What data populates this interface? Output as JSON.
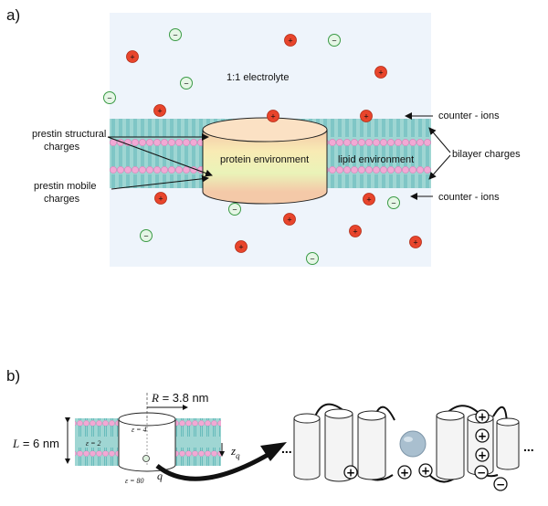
{
  "panel_a": {
    "label": "a)",
    "electrolyte": "1:1 electrolyte",
    "counter_ions_top": "counter - ions",
    "counter_ions_bottom": "counter - ions",
    "structural_l1": "prestin structural",
    "structural_l2": "charges",
    "mobile_l1": "prestin mobile",
    "mobile_l2": "charges",
    "protein_env": "protein environment",
    "lipid_env": "lipid environment",
    "bilayer_charges": "bilayer charges",
    "plus_glyph": "+",
    "minus_glyph": "−",
    "colors": {
      "background": "#eef4fb",
      "cation": "#e8452c",
      "anion_fill": "#e6f6e6",
      "anion_stroke": "#3a9a45",
      "lipid_head": "#f2a8d4",
      "lipid_tail": "#7fc9c9"
    }
  },
  "panel_b": {
    "label": "b)",
    "L_sym": "L",
    "L_val": " = 6 nm",
    "R_sym": "R",
    "R_val": " = 3.8 nm",
    "eps2": "ε = 2",
    "eps4": "ε = 4",
    "eps80": "ε = 80",
    "zq": "z",
    "zq_sub": "q",
    "q": "q",
    "ellipsis_left": "...",
    "ellipsis_right": "...",
    "plus_glyph": "+",
    "minus_glyph": "−"
  }
}
